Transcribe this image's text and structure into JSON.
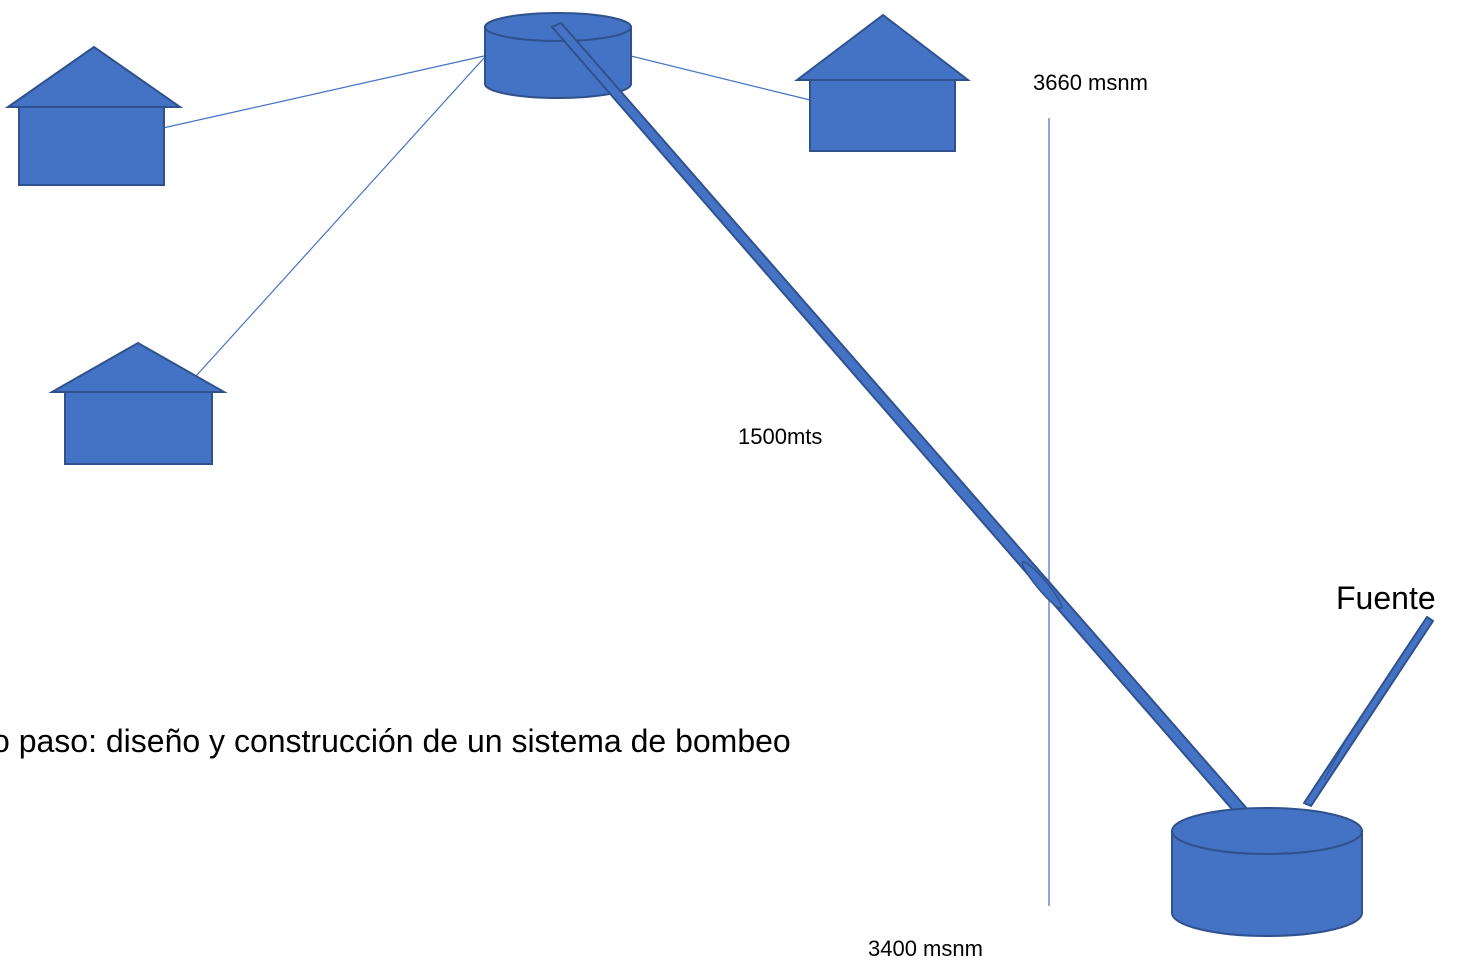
{
  "labels": {
    "top_elevation": "3660 msnm",
    "bottom_elevation": "3400 msnm",
    "distance": "1500mts",
    "source": "Fuente",
    "caption": "o paso: diseño y construcción de un sistema de bombeo"
  },
  "colors": {
    "fill": "#4472C4",
    "stroke": "#2F528F",
    "line": "#4472C4",
    "text": "#000000"
  },
  "icons": [
    "house-icon",
    "tank-icon",
    "pipe-icon"
  ]
}
